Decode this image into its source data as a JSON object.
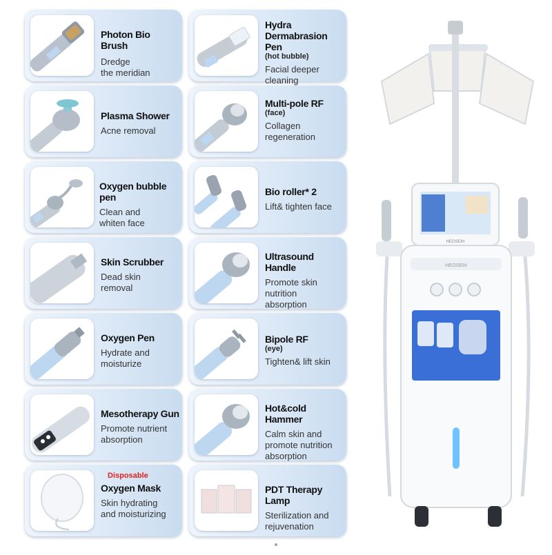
{
  "cards": [
    {
      "title": "Photon Bio Brush",
      "sub": "",
      "desc": [
        "Dredge",
        "the meridian"
      ]
    },
    {
      "title": "Hydra",
      "title2": "Dermabrasion Pen",
      "sub": "(hot bubble)",
      "desc": [
        "Facial deeper",
        "cleaning"
      ]
    },
    {
      "title": "Plasma Shower",
      "sub": "",
      "desc": [
        "Acne removal"
      ]
    },
    {
      "title": "Multi-pole RF",
      "sub": "(face)",
      "desc": [
        "Collagen",
        "regeneration"
      ]
    },
    {
      "title": "Oxygen bubble pen",
      "sub": "",
      "desc": [
        "Clean and",
        "whiten face"
      ]
    },
    {
      "title": "Bio roller* 2",
      "sub": "",
      "desc": [
        "Lift& tighten face"
      ]
    },
    {
      "title": "Skin Scrubber",
      "sub": "",
      "desc": [
        "Dead skin",
        "removal"
      ]
    },
    {
      "title": "Ultrasound Handle",
      "sub": "",
      "desc": [
        "Promote skin",
        "nutrition",
        "absorption"
      ]
    },
    {
      "title": "Oxygen Pen",
      "sub": "",
      "desc": [
        "Hydrate and",
        "moisturize"
      ]
    },
    {
      "title": "Bipole RF",
      "sub": "(eye)",
      "desc": [
        "Tighten& lift skin"
      ]
    },
    {
      "title": "Mesotherapy Gun",
      "sub": "",
      "desc": [
        "Promote nutrient",
        "absorption"
      ]
    },
    {
      "title": "Hot&cold Hammer",
      "sub": "",
      "desc": [
        "Calm skin and",
        "promote nutrition",
        "absorption"
      ]
    },
    {
      "title": "Oxygen Mask",
      "sub": "",
      "desc": [
        "Skin hydrating",
        "and moisturizing"
      ],
      "tag": "Disposable"
    },
    {
      "title": "PDT Therapy Lamp",
      "sub": "",
      "desc": [
        "Sterilization and",
        "rejuvenation"
      ]
    }
  ],
  "machine": {
    "brand": "HEOSEIH"
  },
  "colors": {
    "card_light": "#eef4fb",
    "card_dark": "#c9dcf0",
    "tag_red": "#e02020",
    "panel_blue": "#3b6fd8"
  }
}
